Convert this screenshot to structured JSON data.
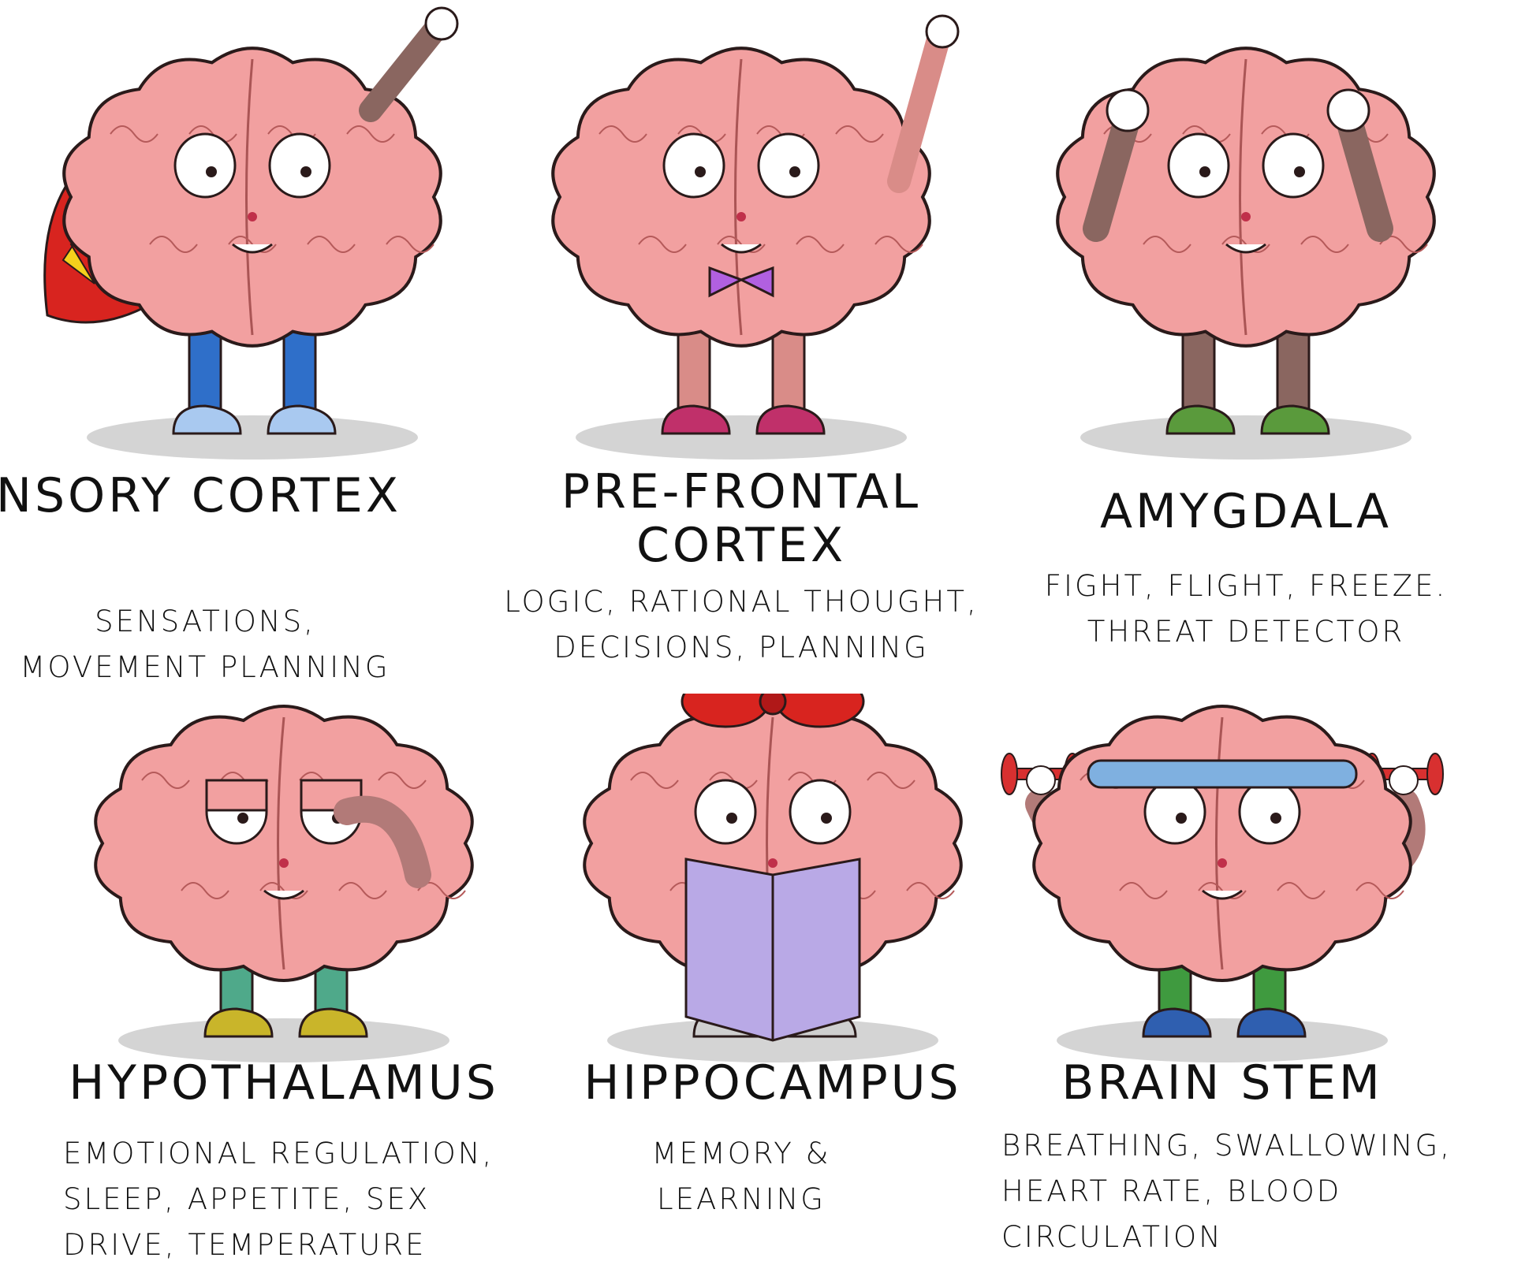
{
  "cards": [
    {
      "title": "Sensory Cortex",
      "lines": [
        "Sensations,",
        "Movement Planning"
      ],
      "accessory": "cape",
      "colors": {
        "shoe": "#a9c9f0",
        "legs": "#2f6fc9",
        "accent": "#d8241f"
      }
    },
    {
      "title": "Pre-Frontal Cortex",
      "lines": [
        "Logic, Rational Thought,",
        "Decisions, Planning"
      ],
      "accessory": "bow-tie",
      "colors": {
        "shoe": "#c0306a",
        "legs": "#d98c88",
        "accent": "#b160e0"
      }
    },
    {
      "title": "Amygdala",
      "lines": [
        "Fight, Flight, Freeze.",
        "Threat Detector"
      ],
      "accessory": "hands-on-head",
      "colors": {
        "shoe": "#5a9a3c",
        "legs": "#8a6660",
        "accent": "#8a6660"
      }
    },
    {
      "title": "Hypothalamus",
      "lines": [
        "Emotional Regulation,",
        "Sleep, Appetite, Sex",
        "Drive, Temperature"
      ],
      "accessory": "sleepy",
      "colors": {
        "shoe": "#c9b52a",
        "legs": "#4fa98a",
        "accent": "#b27a78"
      }
    },
    {
      "title": "Hippocampus",
      "lines": [
        "Memory &",
        "Learning"
      ],
      "accessory": "book",
      "colors": {
        "shoe": "#cfcfcf",
        "legs": "#e3c91f",
        "accent": "#b9a9e6"
      }
    },
    {
      "title": "Brain Stem",
      "lines": [
        "Breathing, Swallowing,",
        "Heart Rate, Blood",
        "Circulation"
      ],
      "accessory": "dumbbells",
      "colors": {
        "shoe": "#2f5fb0",
        "legs": "#3f9a3f",
        "accent": "#7fb0e0"
      }
    }
  ],
  "colors": {
    "brain": "#f2a0a0",
    "brain_outline": "#2a1a1a",
    "shadow": "#d4d4d4",
    "ink": "#111111"
  }
}
